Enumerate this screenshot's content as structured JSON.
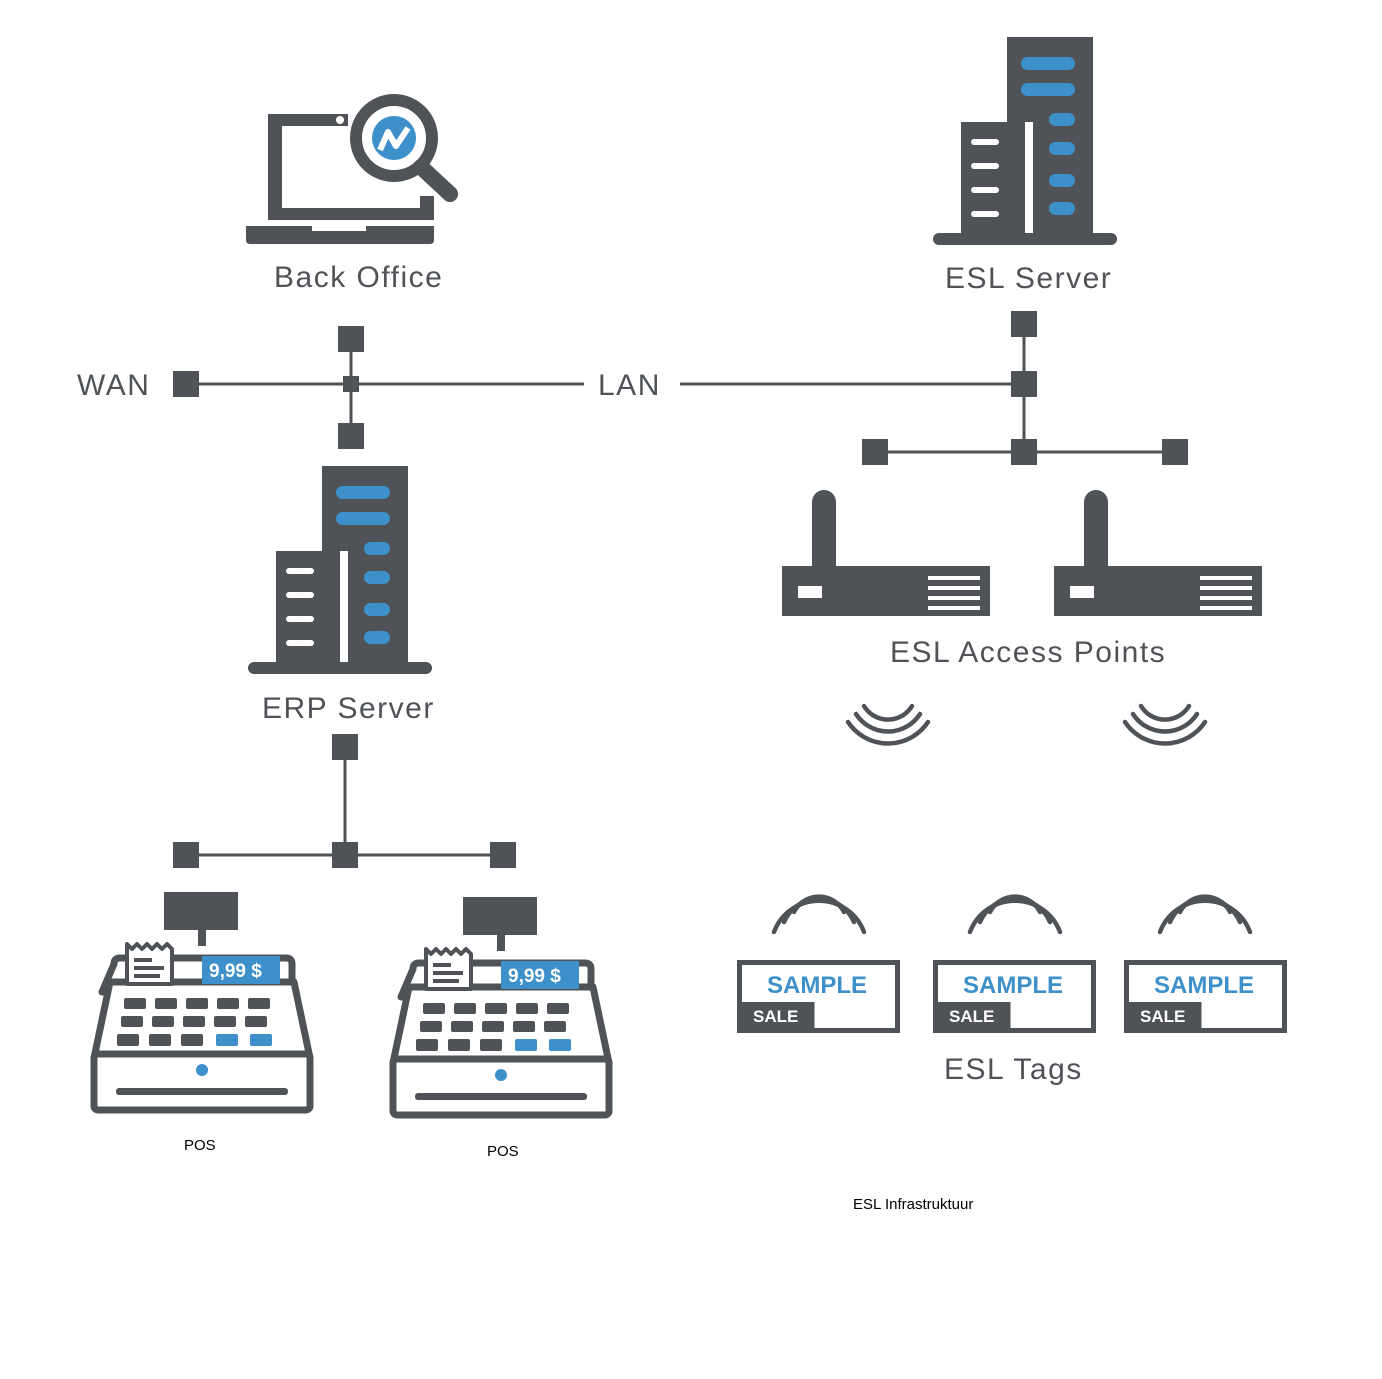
{
  "nodes": {
    "back_office": "Back Office",
    "esl_server": "ESL Server",
    "erp_server": "ERP Server",
    "esl_access_points": "ESL Access Points",
    "esl_tags": "ESL Tags",
    "pos_1": "POS",
    "pos_2": "POS"
  },
  "networks": {
    "wan": "WAN",
    "lan": "LAN"
  },
  "tags": [
    {
      "title": "SAMPLE",
      "sub": "SALE"
    },
    {
      "title": "SAMPLE",
      "sub": "SALE"
    },
    {
      "title": "SAMPLE",
      "sub": "SALE"
    }
  ],
  "pos_price": "9,99 $",
  "caption": "ESL Infrastruktuur",
  "colors": {
    "dark_gray": "#4f5357",
    "accent_blue": "#3d90c9"
  }
}
